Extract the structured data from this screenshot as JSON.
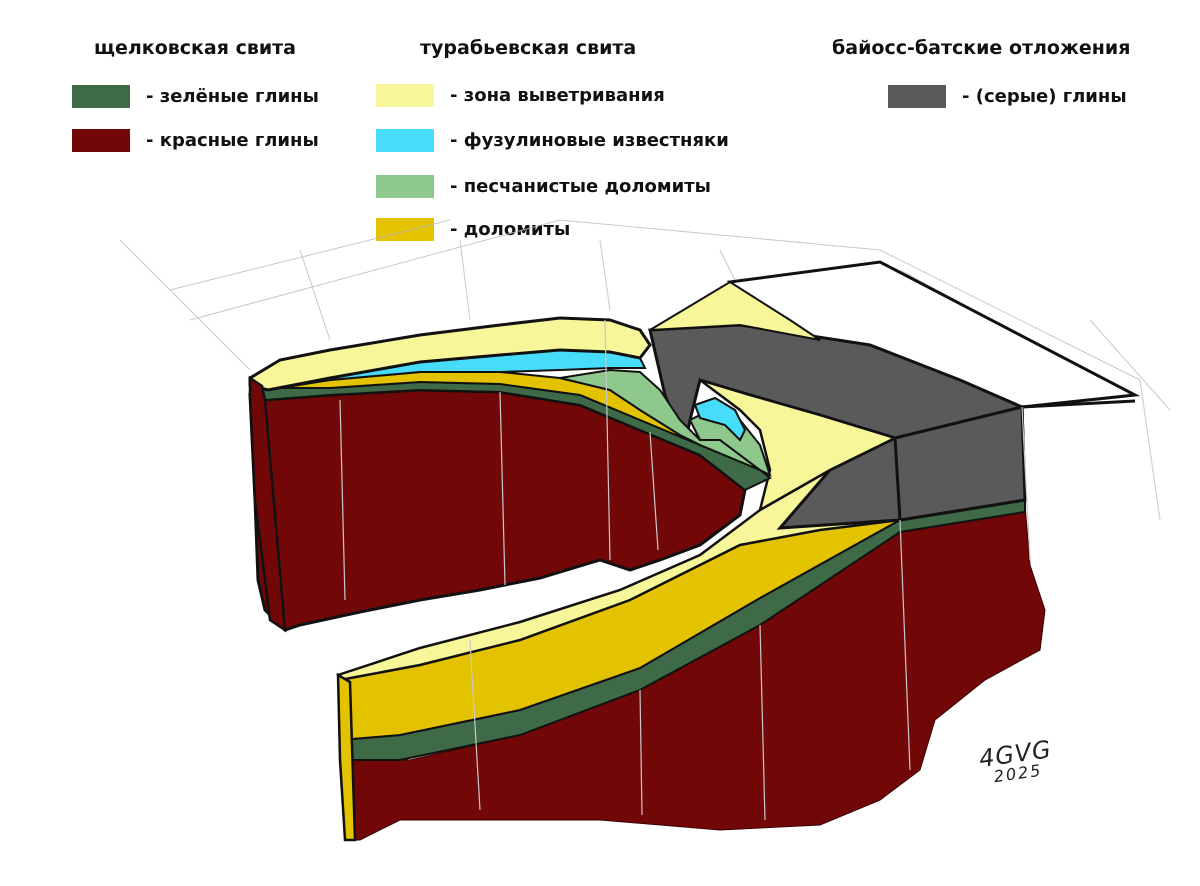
{
  "legend": {
    "groups": [
      {
        "title": "щелковская свита",
        "items": [
          {
            "label": "- зелёные глины",
            "color": "#3e6a47"
          },
          {
            "label": "- красные глины",
            "color": "#720708"
          }
        ]
      },
      {
        "title": "турабьевская свита",
        "items": [
          {
            "label": "- зона выветривания",
            "color": "#f7f79a"
          },
          {
            "label": "- фузулиновые известняки",
            "color": "#47dcf9"
          },
          {
            "label": "- песчанистые доломиты",
            "color": "#8ec88c"
          },
          {
            "label": "- доломиты",
            "color": "#e3c200"
          }
        ]
      },
      {
        "title": "байосс-батские отложения",
        "items": [
          {
            "label": "- (серые) глины",
            "color": "#5a5a5a"
          }
        ]
      }
    ]
  },
  "signature": {
    "name": "4GVG",
    "year": "2025"
  },
  "colors": {
    "red_clay": "#720708",
    "green_clay": "#3e6a47",
    "weathering": "#f7f79a",
    "fusulina": "#47dcf9",
    "sandy_dolomite": "#8ec88c",
    "dolomite": "#e3c200",
    "gray_clay": "#5a5a5a",
    "outline": "#111111"
  }
}
